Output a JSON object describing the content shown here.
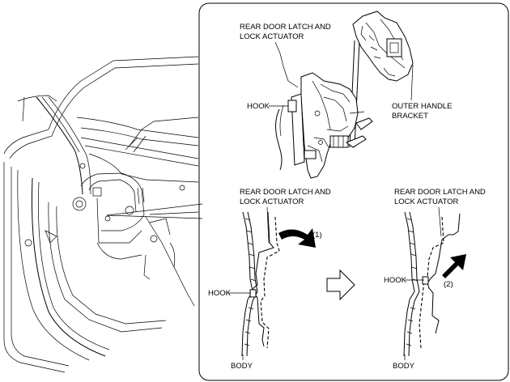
{
  "labels": {
    "top_latch_line1": "REAR DOOR LATCH AND",
    "top_latch_line2": "LOCK ACTUATOR",
    "top_hook": "HOOK",
    "outer_handle_line1": "OUTER HANDLE",
    "outer_handle_line2": "BRACKET",
    "left_latch_line1": "REAR DOOR LATCH AND",
    "left_latch_line2": "LOCK ACTUATOR",
    "left_step": "(1)",
    "left_hook": "HOOK",
    "left_body": "BODY",
    "right_latch_line1": "REAR DOOR LATCH AND",
    "right_latch_line2": "LOCK ACTUATOR",
    "right_step": "(2)",
    "right_hook": "HOOK",
    "right_body": "BODY"
  },
  "icons": {
    "rotate_arrow": "curved-arrow-icon",
    "push_arrow": "push-arrow-icon",
    "transition_arrow": "hollow-right-arrow-icon"
  },
  "colors": {
    "line": "#000000",
    "background": "#ffffff"
  }
}
